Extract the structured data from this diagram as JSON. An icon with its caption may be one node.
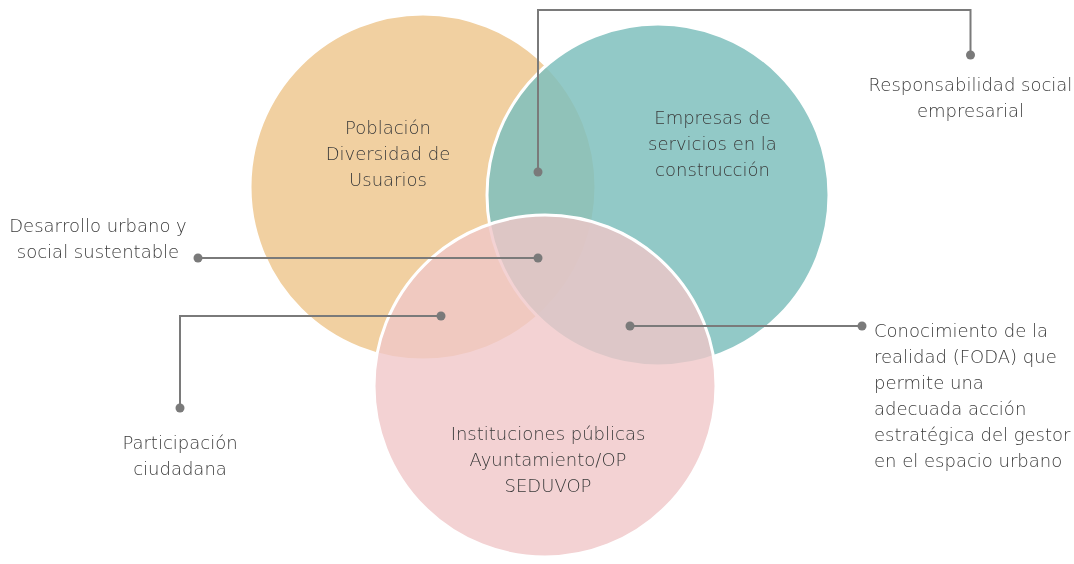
{
  "diagram": {
    "nodes": [
      {
        "text": [
          "Población",
          "Diversidad de Usuarios"
        ]
      },
      {
        "text": [
          "Empresas de servicios en la construcción"
        ]
      },
      {
        "text": [
          "Instituciones públicas",
          "Ayuntamiento/OP",
          "SEDUVOP"
        ]
      },
      {
        "text": [
          "Responsabilidad social empresarial"
        ]
      },
      {
        "text": [
          "Desarrollo urbano y social sustentable"
        ]
      },
      {
        "text": [
          "Participación ciudadana"
        ]
      },
      {
        "text": [
          "Conocimiento de la realidad (FODA) que permite una adecuada acción estratégica del gestor en el espacio urbano"
        ]
      }
    ],
    "edges": [
      {
        "from": 3,
        "to": 1,
        "arrow": "other"
      },
      {
        "from": 4,
        "to": 1,
        "arrow": "other"
      },
      {
        "from": 5,
        "to": 2,
        "arrow": "other"
      },
      {
        "from": 6,
        "to": 1,
        "arrow": "other"
      }
    ]
  }
}
